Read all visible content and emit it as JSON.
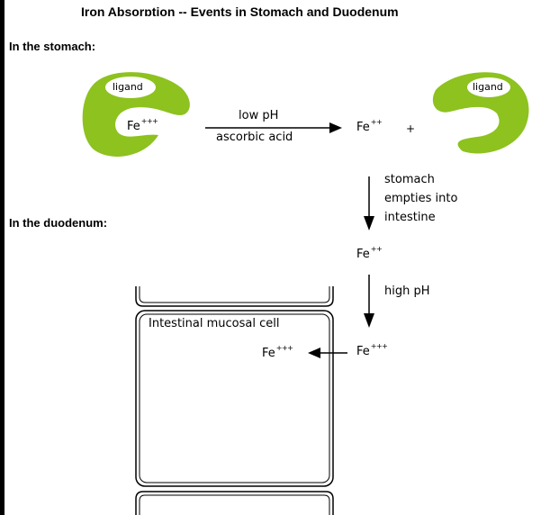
{
  "title": "Iron Absorption -- Events in Stomach and Duodenum",
  "sections": {
    "stomach": "In the stomach:",
    "duodenum": "In the duodenum:"
  },
  "stomach": {
    "left_ligand_label": "ligand",
    "left_iron": {
      "symbol": "Fe",
      "charge": "+++"
    },
    "reaction_above": "low pH",
    "reaction_below": "ascorbic acid",
    "product_iron": {
      "symbol": "Fe",
      "charge": "++"
    },
    "plus": "+",
    "right_ligand_label": "ligand"
  },
  "transition": {
    "line1": "stomach",
    "line2": "empties into",
    "line3": "intestine"
  },
  "duodenum": {
    "iron_top": {
      "symbol": "Fe",
      "charge": "++"
    },
    "step_label": "high pH",
    "iron_outside": {
      "symbol": "Fe",
      "charge": "+++"
    },
    "cell_label": "Intestinal mucosal cell",
    "iron_inside": {
      "symbol": "Fe",
      "charge": "+++"
    }
  },
  "colors": {
    "ligand": "#8dc21f",
    "ink": "#000000",
    "background": "#ffffff"
  }
}
